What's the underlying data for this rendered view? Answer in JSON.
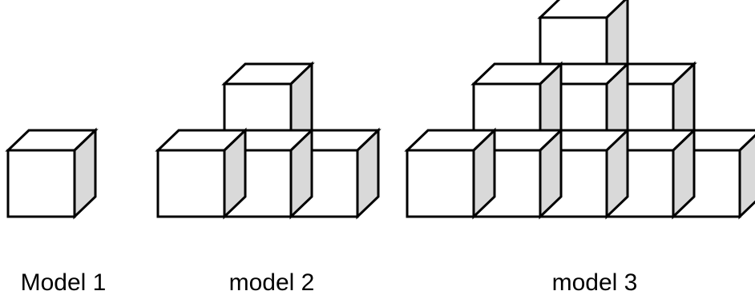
{
  "colors": {
    "background": "#ffffff",
    "stroke": "#000000",
    "front_face": "#ffffff",
    "top_face": "#ffffff",
    "side_face": "#d9d9d9"
  },
  "models": [
    {
      "label": "Model 1",
      "cube_count": 1,
      "layers": [
        {
          "cubes": 1
        }
      ]
    },
    {
      "label": "model 2",
      "cube_count": 4,
      "layers": [
        {
          "cubes": 3
        },
        {
          "cubes": 1
        }
      ]
    },
    {
      "label": "model 3",
      "cube_count": 9,
      "layers": [
        {
          "cubes": 5
        },
        {
          "cubes": 3
        },
        {
          "cubes": 1
        }
      ]
    }
  ]
}
